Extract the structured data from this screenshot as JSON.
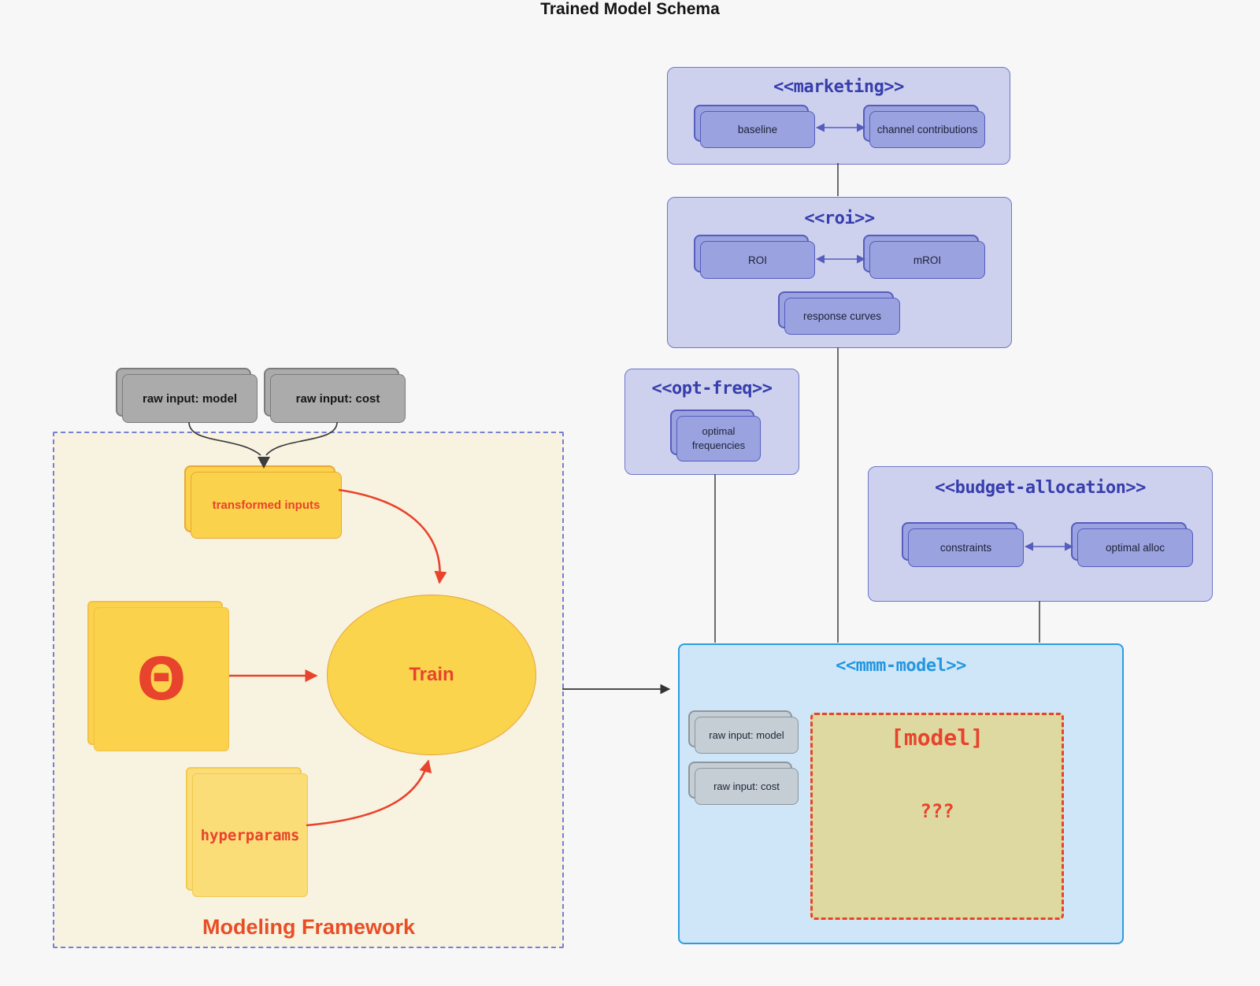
{
  "title": "Trained Model Schema",
  "colors": {
    "background": "#f7f7f8",
    "panel_fill": "#cdd1ee",
    "panel_border": "#6f76c9",
    "panel_heading": "#373dac",
    "node_fill": "#9aa2e0",
    "node_border": "#555dbe",
    "gray_node_fill": "#ababab",
    "mmm_fill": "#cfe6f8",
    "mmm_border": "#2b9ce0",
    "mmm_heading": "#2496e0",
    "model_box_fill": "#ded9a1",
    "framework_fill": "#f8f2e0",
    "framework_border": "#7680d4",
    "yellow_fill": "#fbd24b",
    "red_accent": "#e8432d",
    "connector_dark": "#4a4a4a"
  },
  "external_inputs": {
    "model": "raw input: model",
    "cost": "raw input: cost"
  },
  "panels": {
    "marketing": {
      "heading": "<<marketing>>",
      "baseline": "baseline",
      "channel_contributions": "channel contributions"
    },
    "roi": {
      "heading": "<<roi>>",
      "roi": "ROI",
      "mroi": "mROI",
      "response_curves": "response curves"
    },
    "opt_freq": {
      "heading": "<<opt-freq>>",
      "optimal_frequencies": "optimal frequencies"
    },
    "budget_allocation": {
      "heading": "<<budget-allocation>>",
      "constraints": "constraints",
      "optimal_alloc": "optimal alloc"
    },
    "mmm_model": {
      "heading": "<<mmm-model>>",
      "raw_input_model": "raw input: model",
      "raw_input_cost": "raw input: cost",
      "model_box_title": "[model]",
      "model_box_question": "???"
    },
    "modeling_framework": {
      "label": "Modeling Framework",
      "transformed_inputs": "transformed inputs",
      "theta": "Θ",
      "train": "Train",
      "hyperparams": "hyperparams"
    }
  }
}
